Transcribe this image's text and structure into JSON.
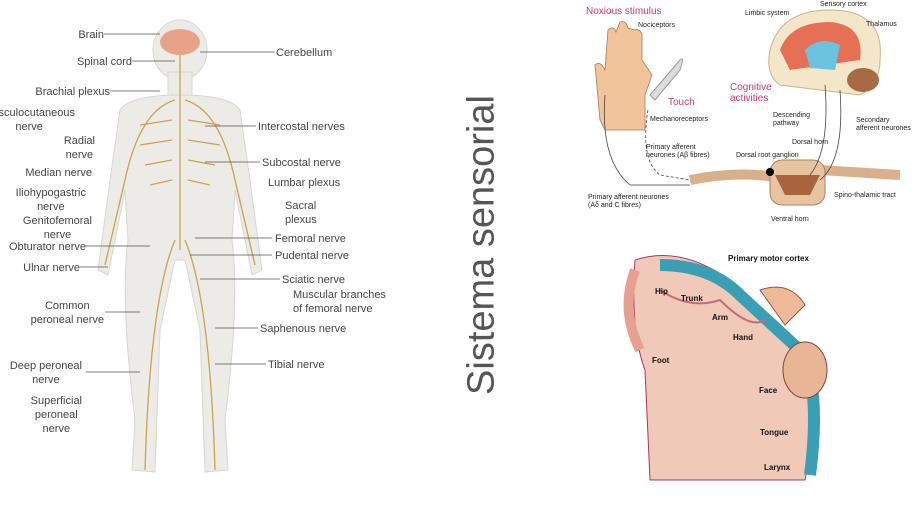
{
  "title": "Sistema sensorial",
  "nervous_system": {
    "left_labels": [
      {
        "t": "Brain"
      },
      {
        "t": "Spinal cord"
      },
      {
        "t": "Brachial plexus"
      },
      {
        "t": "Musculocutaneous\nnerve"
      },
      {
        "t": "Radial\nnerve"
      },
      {
        "t": "Median nerve"
      },
      {
        "t": "Iliohypogastric\nnerve"
      },
      {
        "t": "Genitofemoral\nnerve"
      },
      {
        "t": "Obturator nerve"
      },
      {
        "t": "Ulnar nerve"
      },
      {
        "t": "Common\nperoneal nerve"
      },
      {
        "t": "Deep peroneal\nnerve"
      },
      {
        "t": "Superficial\nperoneal\nnerve"
      }
    ],
    "right_labels": [
      {
        "t": "Cerebellum"
      },
      {
        "t": "Intercostal nerves"
      },
      {
        "t": "Subcostal nerve"
      },
      {
        "t": "Lumbar plexus"
      },
      {
        "t": "Sacral\nplexus"
      },
      {
        "t": "Femoral nerve"
      },
      {
        "t": "Pudental nerve"
      },
      {
        "t": "Sciatic nerve"
      },
      {
        "t": "Muscular branches\nof femoral nerve"
      },
      {
        "t": "Saphenous nerve"
      },
      {
        "t": "Tibial nerve"
      }
    ]
  },
  "pain_pathway": {
    "noxious": "Noxious stimulus",
    "nociceptors": "Nociceptors",
    "touch": "Touch",
    "mechanoreceptors": "Mechanoreceptors",
    "primary_ab": "Primary afferent\nneurones (Aβ fibres)",
    "primary_ad": "Primary afferent neurones\n(Aδ and C fibres)",
    "limbic": "Limbic system",
    "sensory_cortex": "Sensory cortex",
    "thalamus": "Thalamus",
    "cognitive": "Cognitive\nactivities",
    "descending": "Descending\npathway",
    "secondary": "Secondary\nafferent neurones",
    "dorsal_horn": "Dorsal horn",
    "drg": "Dorsal root ganglion",
    "spino": "Spino-thalamic tract",
    "ventral": "Ventral horn"
  },
  "motor_cortex": {
    "title": "Primary motor cortex",
    "hip": "Hip",
    "trunk": "Trunk",
    "arm": "Arm",
    "hand": "Hand",
    "foot": "Foot",
    "face": "Face",
    "tongue": "Tongue",
    "larynx": "Larynx"
  }
}
